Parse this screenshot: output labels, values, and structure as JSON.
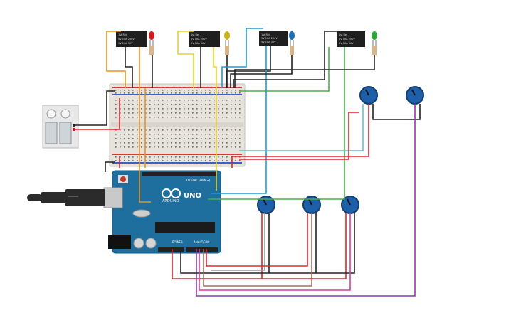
{
  "board": {
    "logo": "ARDUINO",
    "model": "UNO",
    "digital_label": "DIGITAL (PWM~)",
    "power_label": "POWER",
    "analog_label": "ANALOG IN"
  },
  "relay": {
    "line1": "1st Rel",
    "line2": "5V 10A 250V",
    "line3": "5V 10A 30V"
  },
  "colors": {
    "background": "#ffffff",
    "breadboard": "#e6e2dc",
    "arduino": "#1e6f9e",
    "relay": "#1f1f1f",
    "led_red": "#d41b1b",
    "led_yellow": "#c9b31a",
    "led_blue": "#1a6fb5",
    "led_green": "#2ea63a",
    "pot_knob": "#1d5fa8",
    "wire_red": "#e0262e",
    "wire_black": "#222222",
    "wire_orange": "#e8941e",
    "wire_yellow": "#e8d21e",
    "wire_blue": "#1f9ad6",
    "wire_green": "#46b24a",
    "wire_teal": "#5dc3c8",
    "wire_gray": "#9a9a9a",
    "wire_brown": "#a0705a",
    "wire_pink": "#d0409a",
    "wire_purple": "#8e3aa6"
  },
  "icons": {
    "usb": "usb-plug-icon",
    "reset": "reset-button-icon",
    "power_jack": "dc-jack-icon"
  }
}
